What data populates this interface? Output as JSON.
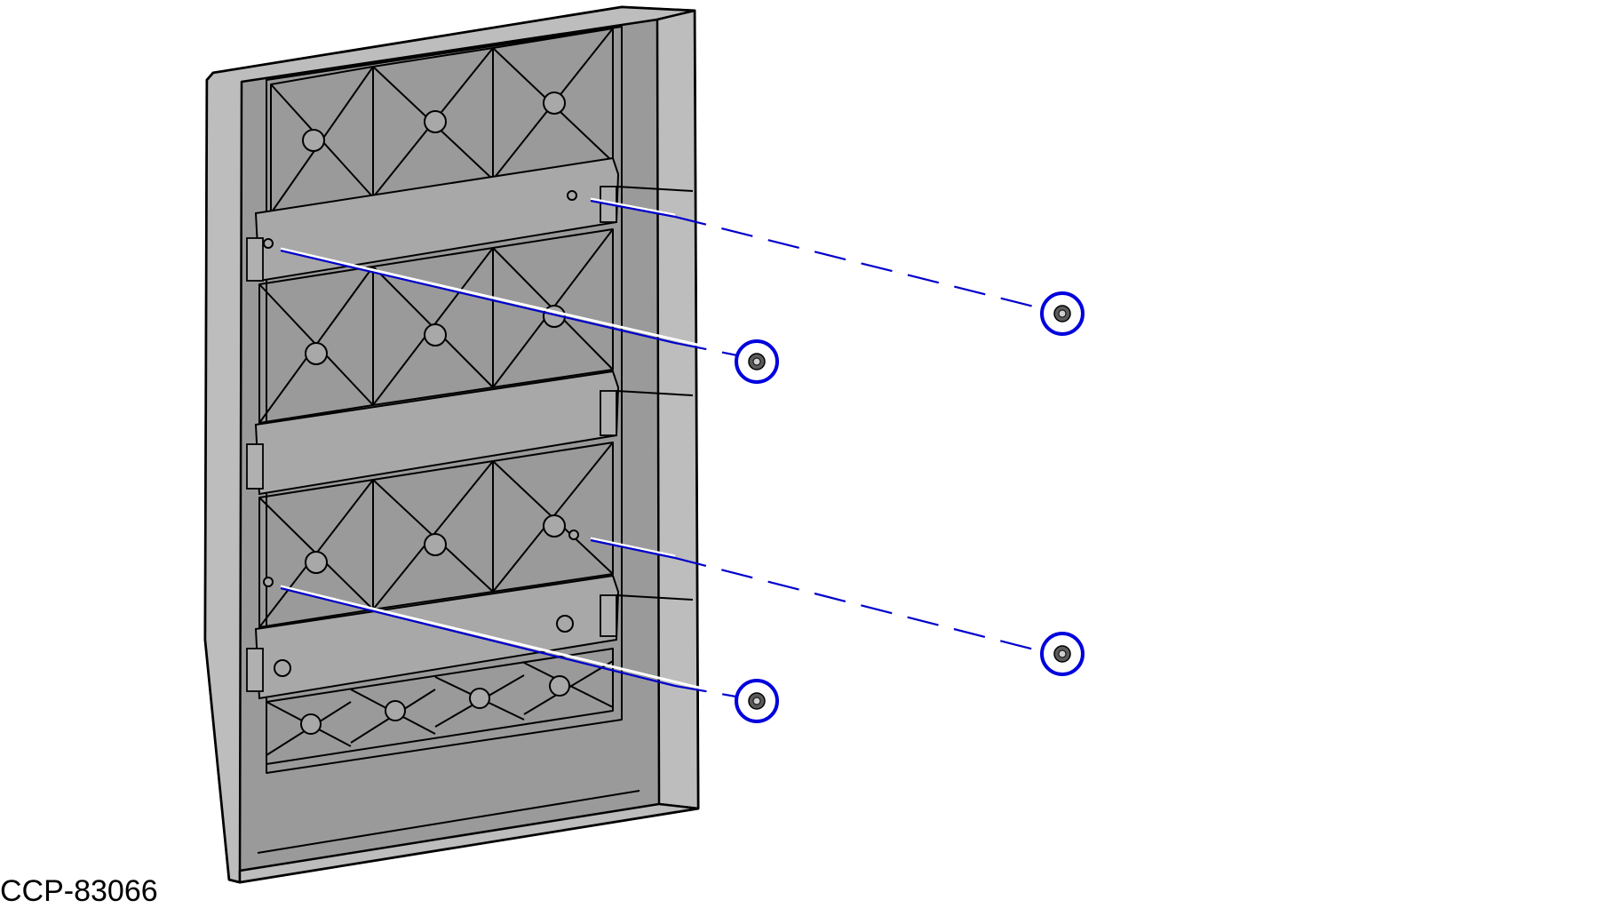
{
  "figure": {
    "part_number": "CCP-83066"
  },
  "callouts": [
    {
      "id": "screw-top-right",
      "icon": "nut-icon"
    },
    {
      "id": "screw-upper-middle",
      "icon": "nut-icon"
    },
    {
      "id": "screw-lower-right",
      "icon": "nut-icon"
    },
    {
      "id": "screw-bottom-middle",
      "icon": "nut-icon"
    }
  ],
  "colors": {
    "panel": "#9a9a9a",
    "callout_ring": "#0000dd",
    "leader_line": "#0000cc"
  }
}
